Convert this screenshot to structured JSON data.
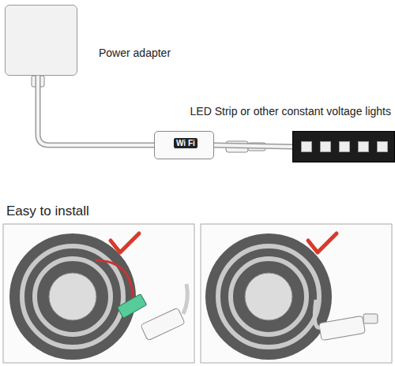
{
  "diagram": {
    "nodes": [
      {
        "text": [
          "Power adapter"
        ]
      },
      {
        "text": [
          "Wi Fi"
        ]
      },
      {
        "text": [
          "LED Strip or other constant voltage lights"
        ]
      }
    ],
    "edges": [
      {
        "from": 0,
        "to": 1,
        "arrow": "none"
      },
      {
        "from": 1,
        "to": 2,
        "arrow": "none"
      }
    ],
    "labels": [
      "Easy to install"
    ]
  }
}
